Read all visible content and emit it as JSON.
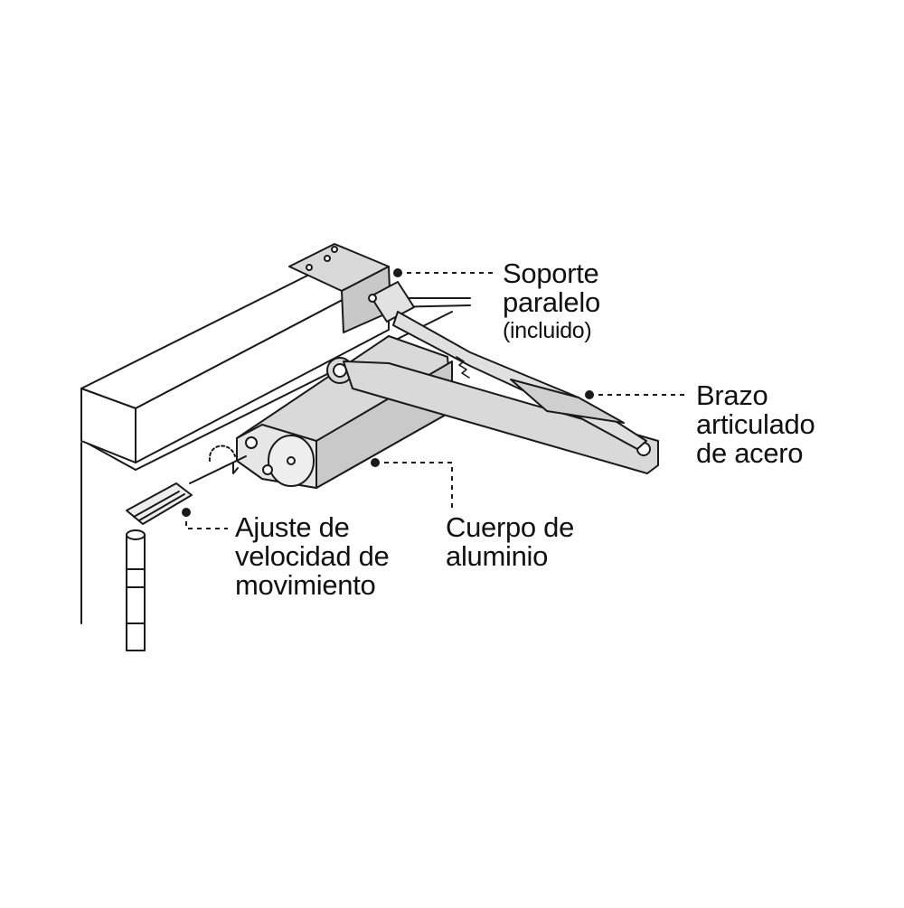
{
  "labels": {
    "soporte": {
      "line1": "Soporte",
      "line2": "paralelo",
      "line3": "(incluido)"
    },
    "brazo": {
      "line1": "Brazo",
      "line2": "articulado",
      "line3": "de acero"
    },
    "cuerpo": {
      "line1": "Cuerpo de",
      "line2": "aluminio"
    },
    "ajuste": {
      "line1": "Ajuste de",
      "line2": "velocidad de",
      "line3": "movimiento"
    }
  },
  "colors": {
    "line": "#1a1a1a",
    "metal": "#d9d9d9",
    "metal_dark": "#b5b5b5",
    "wood": "#ffffff"
  }
}
